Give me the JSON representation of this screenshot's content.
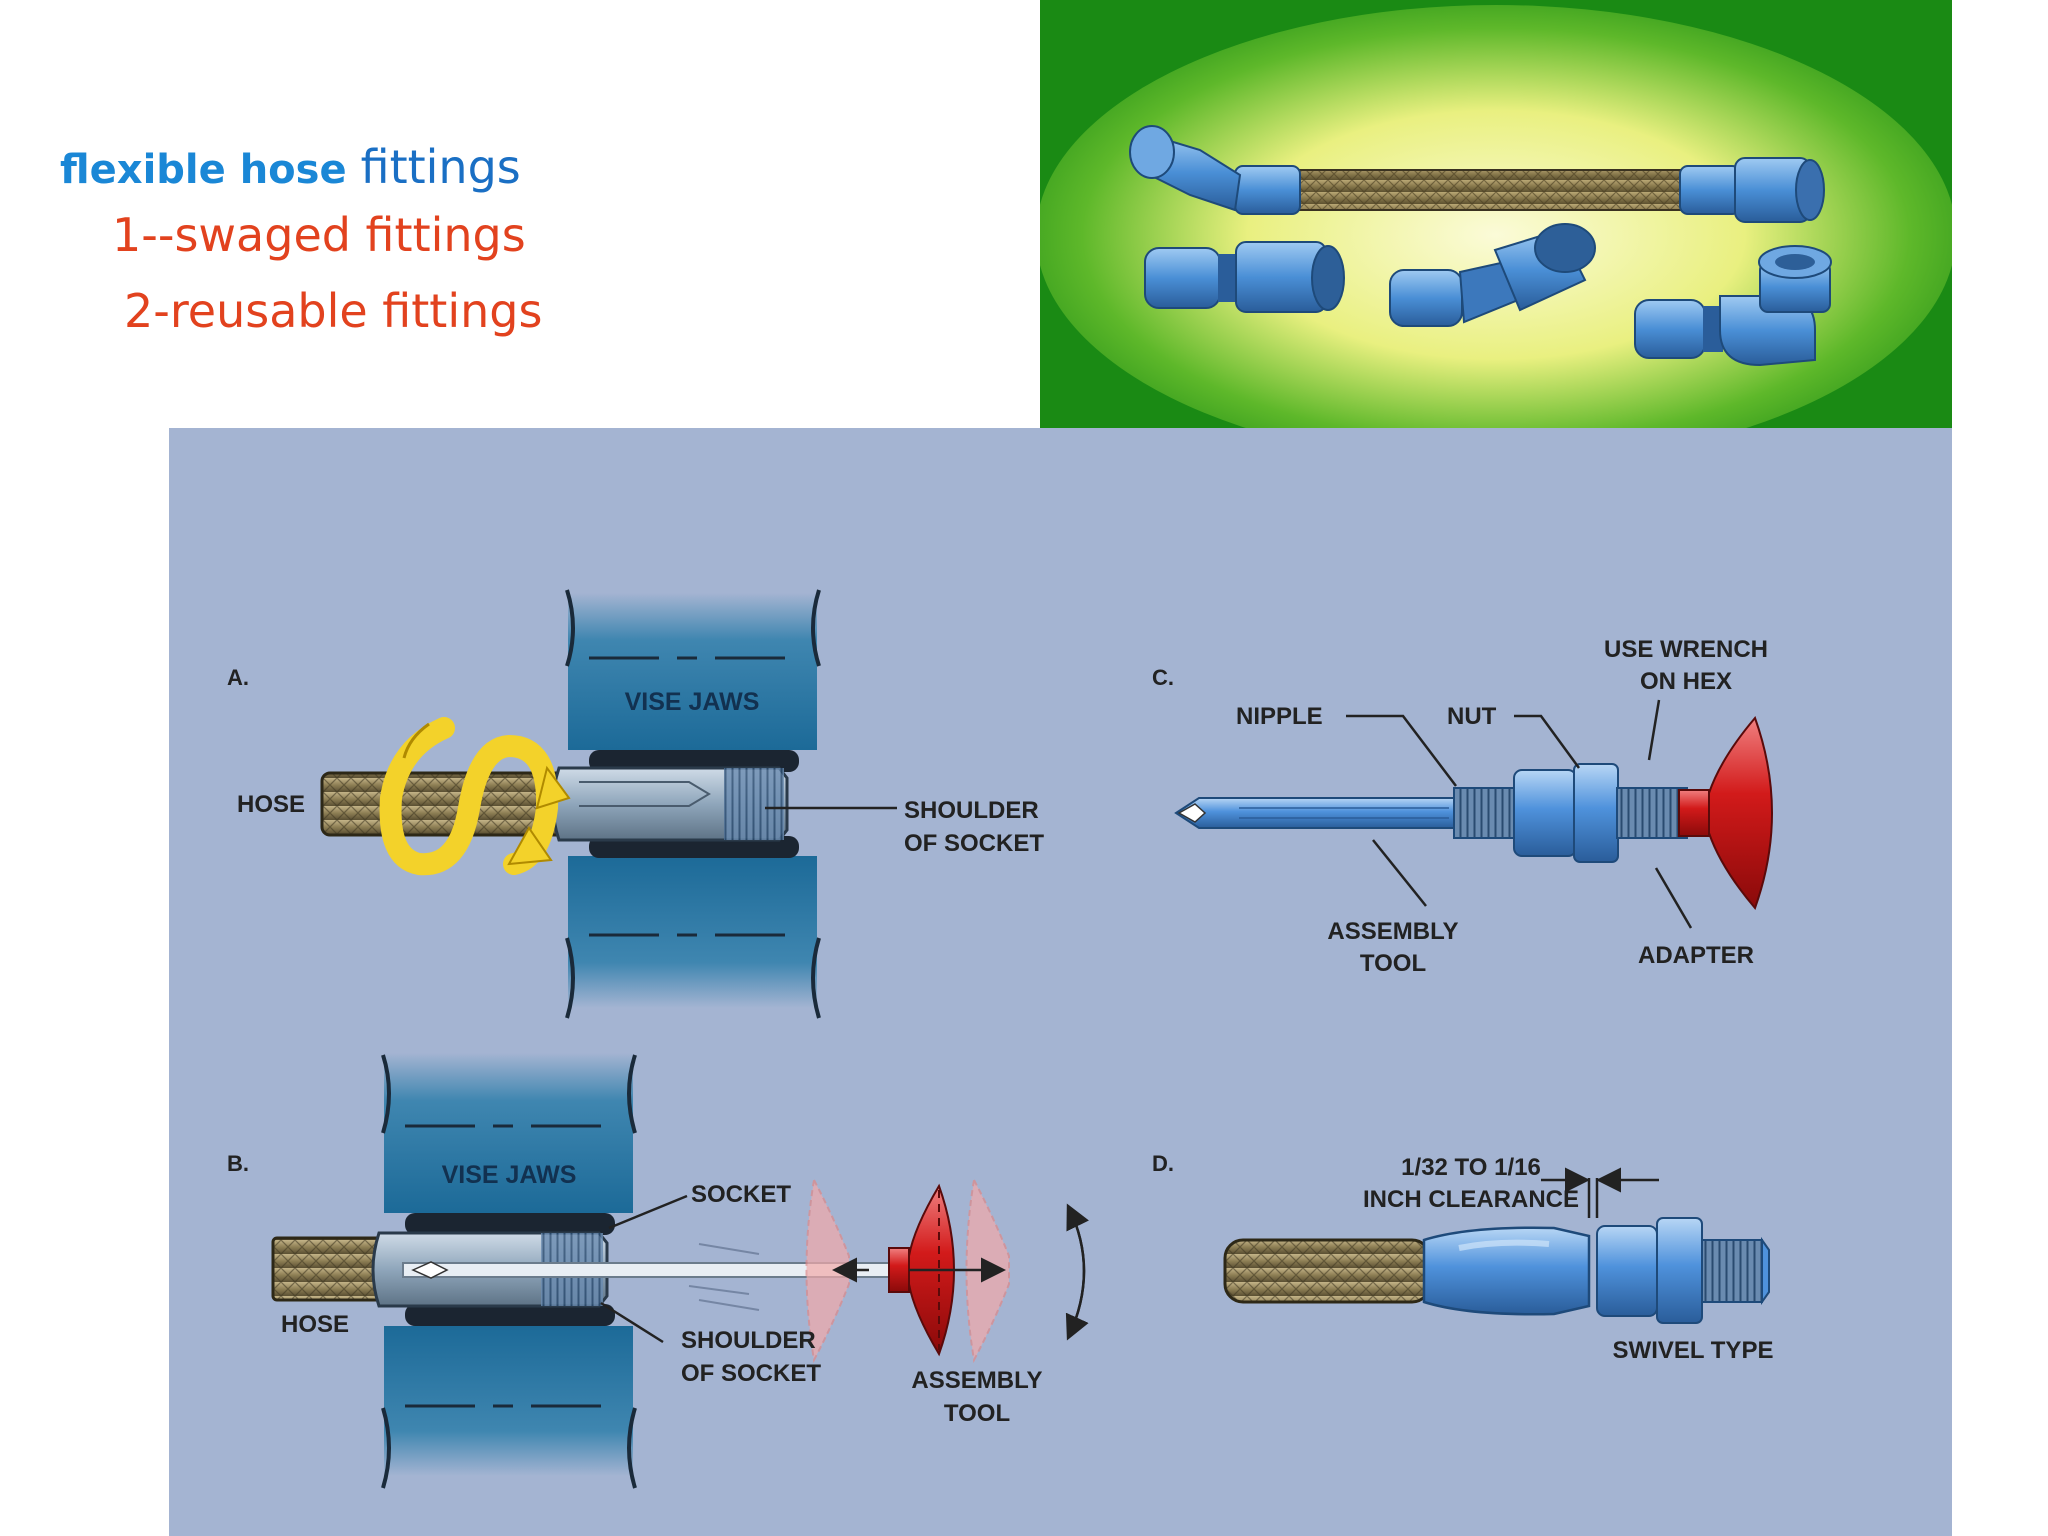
{
  "title": {
    "heading_bold": "flexible hose",
    "heading_regular": "fittings",
    "item1": "1--swaged fittings",
    "item2": "2-reusable fittings"
  },
  "diagram": {
    "panel_a": {
      "letter": "A.",
      "vise_jaws": "VISE JAWS",
      "hose": "HOSE",
      "shoulder_1": "SHOULDER",
      "shoulder_2": "OF SOCKET"
    },
    "panel_b": {
      "letter": "B.",
      "vise_jaws": "VISE JAWS",
      "socket": "SOCKET",
      "hose": "HOSE",
      "shoulder_1": "SHOULDER",
      "shoulder_2": "OF SOCKET",
      "tool_1": "ASSEMBLY",
      "tool_2": "TOOL"
    },
    "panel_c": {
      "letter": "C.",
      "wrench_1": "USE WRENCH",
      "wrench_2": "ON HEX",
      "nipple": "NIPPLE",
      "nut": "NUT",
      "tool_1": "ASSEMBLY",
      "tool_2": "TOOL",
      "adapter": "ADAPTER"
    },
    "panel_d": {
      "letter": "D.",
      "clearance_1": "1/32 TO 1/16",
      "clearance_2": "INCH CLEARANCE",
      "swivel": "SWIVEL TYPE"
    }
  },
  "colors": {
    "diagram_bg": "#a4b4d2",
    "vise_blue": "#1f6f9e",
    "fitting_blue": "#4a8fd6",
    "tool_red": "#d21a1a",
    "green_bg": "#1a8a14",
    "arrow_yellow": "#f3d22a"
  }
}
